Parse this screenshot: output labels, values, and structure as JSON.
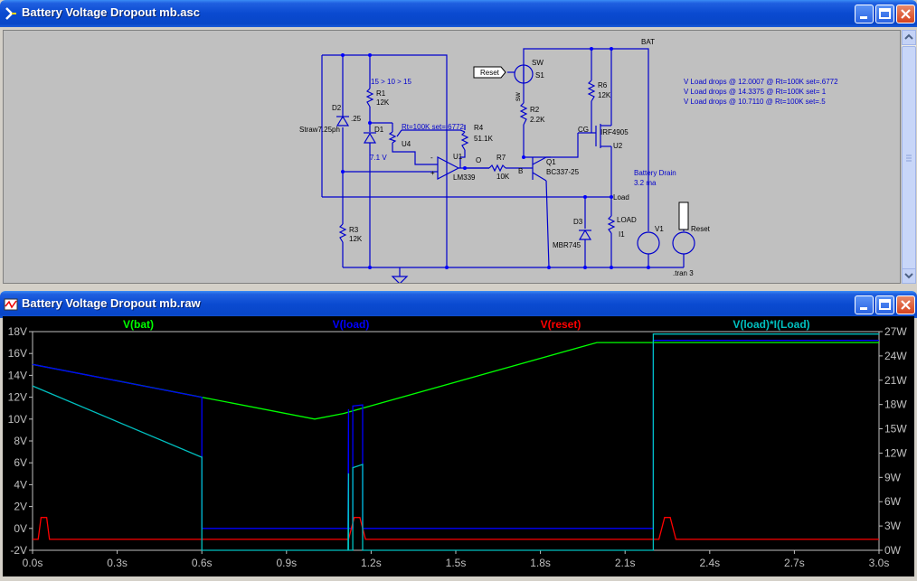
{
  "schematic_window": {
    "title": "Battery Voltage Dropout mb.asc",
    "labels": {
      "bat": "BAT",
      "sw": "SW",
      "reset_net": "Reset",
      "s1": "S1",
      "sw_pin": "sw",
      "r1": "R1",
      "r1_val": "12K",
      "r2": "R2",
      "r2_val": "2.2K",
      "r3": "R3",
      "r3_val": "12K",
      "r4": "R4",
      "r4_val": "51.1K",
      "r6": "R6",
      "r6_val": "12K",
      "r7": "R7",
      "r7_val": "10K",
      "d1": "D1",
      "d1_val": "7.1 V",
      "d2": "D2",
      "d2_val": ".25",
      "d3": "D3",
      "d3_val": "MBR745",
      "straw": "Straw7.25ph",
      "u4": "U4",
      "u4_param": "Rt=100K set=.6772",
      "u1": "U1",
      "u1_val": "LM339",
      "u2": "U2",
      "u2_val": "IRF4905",
      "cg": "CG",
      "q1": "Q1",
      "q1_val": "BC337-25",
      "b": "B",
      "o": "O",
      "load_net": "Load",
      "load": "LOAD",
      "i1": "I1",
      "v1": "V1",
      "reset_src": "Reset",
      "seq": "15 > 10 > 15",
      "battery_drain": "Battery Drain",
      "battery_drain_val": "3.2 ma",
      "plus": "+",
      "minus": "-",
      "tran": ".tran 3",
      "note1": "V Load drops @ 12.0007 @ Rt=100K set=.6772",
      "note2": "V Load drops @ 14.3375 @ Rt=100K set= 1",
      "note3": "V Load drops @ 10.7110 @ Rt=100K set=.5"
    }
  },
  "plot_window": {
    "title": "Battery Voltage Dropout mb.raw"
  },
  "colors": {
    "bat": "#00ff00",
    "load": "#0000ff",
    "reset": "#ff0000",
    "power": "#00c0c0",
    "axis": "#c0c0c0",
    "wire": "#0000cc"
  },
  "chart_data": {
    "type": "line",
    "xlabel": "",
    "xlim": [
      0,
      3.0
    ],
    "xticks": [
      "0.0s",
      "0.3s",
      "0.6s",
      "0.9s",
      "1.2s",
      "1.5s",
      "1.8s",
      "2.1s",
      "2.4s",
      "2.7s",
      "3.0s"
    ],
    "left_ylim": [
      -2,
      18
    ],
    "left_yticks": [
      "18V",
      "16V",
      "14V",
      "12V",
      "10V",
      "8V",
      "6V",
      "4V",
      "2V",
      "0V",
      "-2V"
    ],
    "right_ylim": [
      0,
      27
    ],
    "right_yticks": [
      "27W",
      "24W",
      "21W",
      "18W",
      "15W",
      "12W",
      "9W",
      "6W",
      "3W",
      "0W"
    ],
    "grid": false,
    "series": [
      {
        "name": "V(bat)",
        "axis": "left",
        "x": [
          0,
          0.6,
          1.0,
          1.1,
          2.0,
          3.0
        ],
        "y": [
          15,
          12,
          10,
          10.5,
          17,
          17
        ]
      },
      {
        "name": "V(load)",
        "axis": "left",
        "x": [
          0,
          0.598,
          0.6,
          0.6,
          1.118,
          1.12,
          1.12,
          1.135,
          1.135,
          1.17,
          1.17,
          1.175,
          1.175,
          2.195,
          2.2,
          2.2,
          3.0
        ],
        "y": [
          15,
          12,
          12,
          0,
          0,
          10.9,
          0,
          0,
          11.2,
          11.3,
          0,
          0,
          0,
          0,
          0,
          17.2,
          17.2
        ]
      },
      {
        "name": "V(reset)",
        "axis": "left",
        "x": [
          0,
          0.02,
          0.03,
          0.05,
          0.06,
          1.1,
          1.12,
          1.14,
          1.16,
          1.18,
          2.2,
          2.22,
          2.24,
          2.26,
          2.28,
          3.0
        ],
        "y": [
          -1,
          -1,
          1,
          1,
          -1,
          -1,
          -1,
          1,
          1,
          -1,
          -1,
          -1,
          1,
          1,
          -1,
          -1
        ]
      },
      {
        "name": "V(load)*I(Load)",
        "axis": "right",
        "x": [
          0,
          0.598,
          0.6,
          0.6,
          1.118,
          1.12,
          1.12,
          1.135,
          1.135,
          1.17,
          1.17,
          1.175,
          1.175,
          2.195,
          2.2,
          2.2,
          3.0
        ],
        "y": [
          20.3,
          11.5,
          11.5,
          0,
          0,
          9.5,
          0,
          0,
          10.2,
          10.6,
          0,
          0,
          0,
          0,
          0,
          26.7,
          26.7
        ]
      }
    ]
  }
}
